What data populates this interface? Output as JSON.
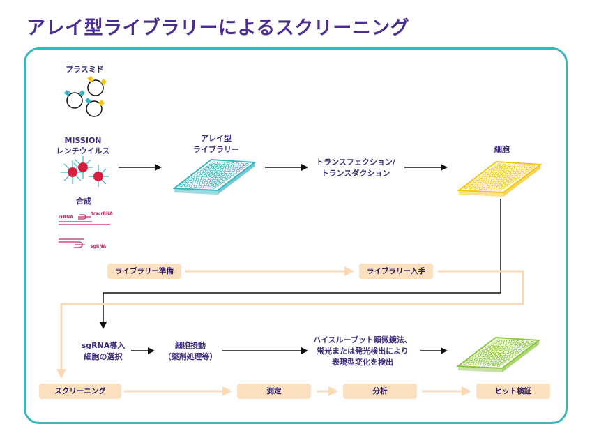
{
  "title": "アレイ型ライブラリーによるスクリーニング",
  "left_column": {
    "plasmid": "プラスミド",
    "lentivirus_line1": "MISSION",
    "lentivirus_line2": "レンチウイルス",
    "synthesis": "合成",
    "crrna": "crRNA",
    "tracrrna": "tracrRNA",
    "sgrna": "sgRNA"
  },
  "top_row": {
    "array_line1": "アレイ型",
    "array_line2": "ライブラリー",
    "transfection_line1": "トランスフェクション/",
    "transfection_line2": "トランスダクション",
    "cells": "細胞"
  },
  "middle_pills": {
    "prep": "ライブラリー準備",
    "acquire": "ライブラリー入手"
  },
  "bottom_row": {
    "sgrna_line1": "sgRNA導入",
    "sgrna_line2": "細胞の選択",
    "perturb_line1": "細胞摂動",
    "perturb_line2": "（薬剤処理等）",
    "readout_line1": "ハイスループット顕微鏡法、",
    "readout_line2": "蛍光または発光検出により",
    "readout_line3": "表現型変化を検出"
  },
  "bottom_pills": {
    "screening": "スクリーニング",
    "measure": "測定",
    "analysis": "分析",
    "hit": "ヒット検証"
  },
  "colors": {
    "frame": "#3ab5c0",
    "title": "#4b2c8f",
    "pill": "#fbe0bf",
    "plate_blue": "#3ab5c0",
    "plate_yellow": "#f5c518",
    "plate_green": "#8dc63f",
    "virus": "#d6203e",
    "rna": "#c0296d"
  }
}
